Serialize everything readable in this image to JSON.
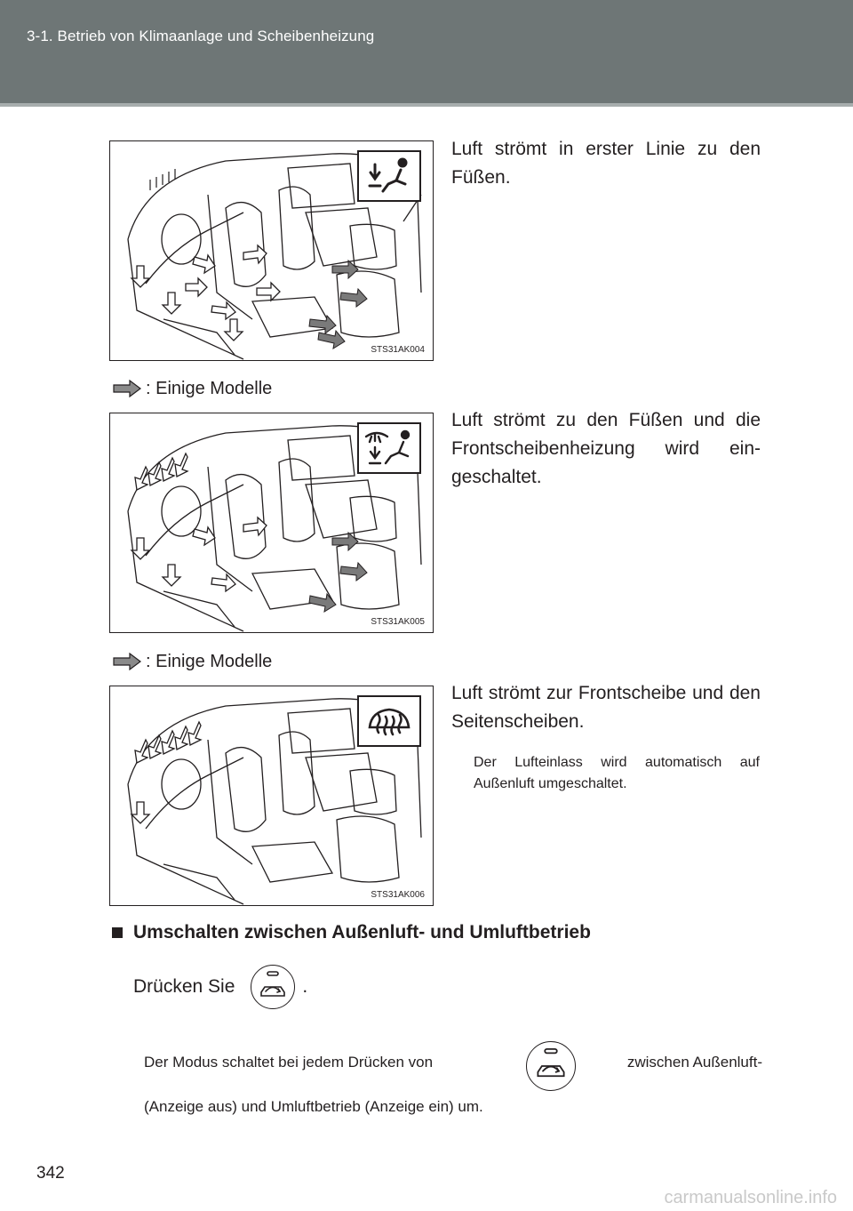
{
  "header": {
    "title": "3-1. Betrieb von Klimaanlage und Scheibenheizung"
  },
  "figures": [
    {
      "code": "STS31AK004",
      "mode_icon": "feet-airflow-icon",
      "description": "Luft strömt in erster Linie zu den Füßen."
    },
    {
      "models_label": ": Einige Modelle",
      "code": "STS31AK005",
      "mode_icon": "feet-defrost-airflow-icon",
      "description": "Luft strömt zu den Füßen und die Frontscheibenheizung wird ein-geschaltet."
    },
    {
      "models_label": ": Einige Modelle",
      "code": "STS31AK006",
      "mode_icon": "windshield-defrost-icon",
      "description": "Luft strömt zur Frontscheibe und den Seitenscheiben.",
      "note": "Der Lufteinlass wird automatisch auf Außenluft umgeschaltet."
    }
  ],
  "section": {
    "heading": "Umschalten zwischen Außenluft- und Umluftbetrieb",
    "press_before": "Drücken Sie",
    "press_after": ".",
    "button_icon": "recirculation-icon",
    "para_before": "Der Modus schaltet bei jedem Drücken von",
    "para_after": "zwischen Außenluft-",
    "para_line2": "(Anzeige aus) und Umluftbetrieb (Anzeige ein) um."
  },
  "page_number": "342",
  "watermark": "carmanualsonline.info"
}
